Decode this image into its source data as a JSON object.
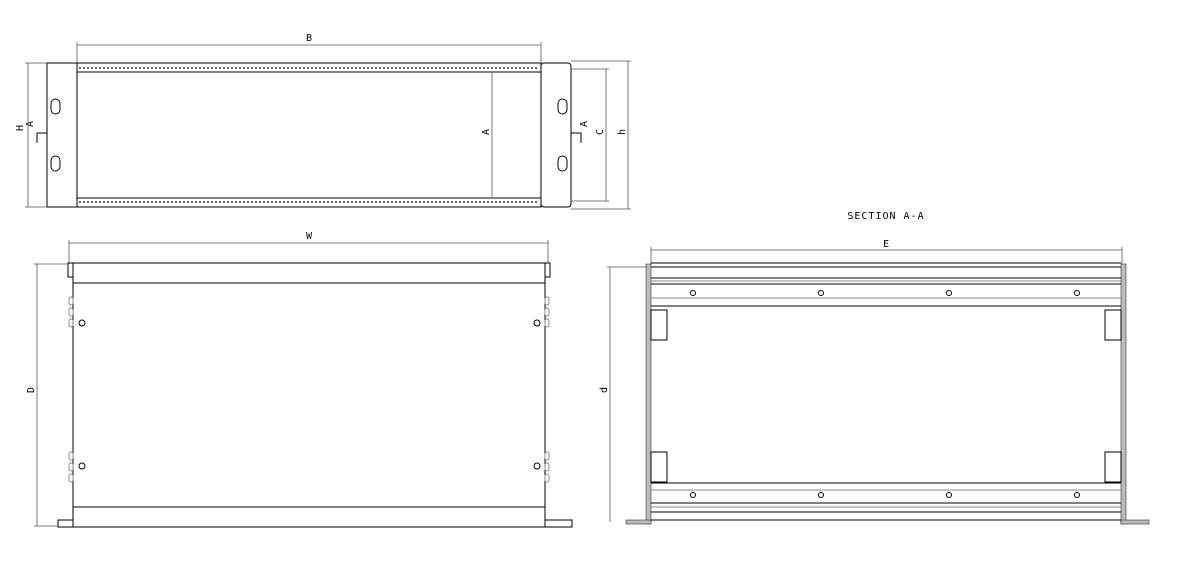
{
  "drawing": {
    "section_title": "SECTION A-A",
    "section_marker": "A",
    "dimensions": {
      "B": "B",
      "H": "H",
      "A": "A",
      "C": "C",
      "h": "h",
      "W": "W",
      "D": "D",
      "E": "E",
      "d": "d"
    }
  }
}
